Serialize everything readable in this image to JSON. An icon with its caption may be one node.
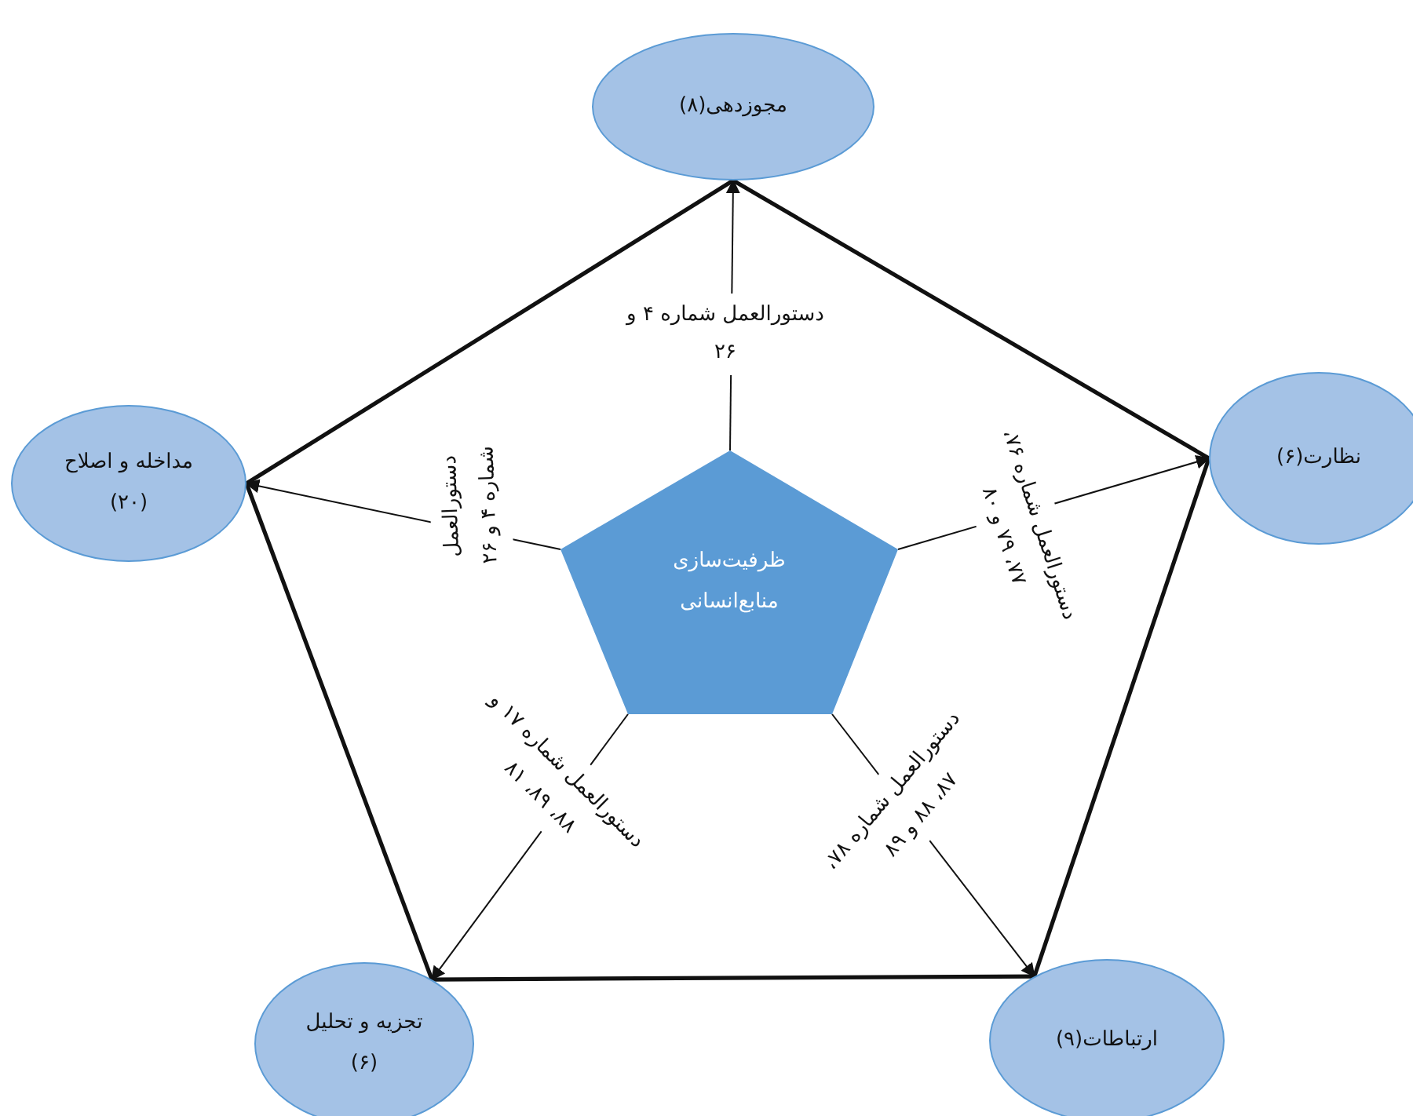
{
  "diagram": {
    "nodes": [
      {
        "text": [
          "مجوزدهی(۸)"
        ]
      },
      {
        "text": [
          "مداخله و اصلاح (۲۰)"
        ]
      },
      {
        "text": [
          "ظرفیت‌سازی منابع‌انسانی"
        ]
      },
      {
        "text": [
          "نظارت(۶)"
        ]
      },
      {
        "text": [
          "تجزیه و تحلیل (۶)"
        ]
      },
      {
        "text": [
          "ارتباطات(۹)"
        ]
      }
    ],
    "edges": [
      {
        "from": 2,
        "to": 0,
        "arrow": "to",
        "label": "دستورالعمل شماره ۴ و ۲۶"
      },
      {
        "from": 2,
        "to": 1,
        "arrow": "to",
        "label": "دستورالعمل شماره ۴ و ۲۶"
      },
      {
        "from": 2,
        "to": 3,
        "arrow": "to",
        "label": "دستورالعمل شماره ۷۶، ۷۷، ۷۹ و ۸۰"
      },
      {
        "from": 2,
        "to": 4,
        "arrow": "to",
        "label": "دستورالعمل شماره ۱۷ و ۸۸، ۸۹، ۸۱"
      },
      {
        "from": 2,
        "to": 5,
        "arrow": "to",
        "label": "دستورالعمل شماره ۷۸، ۸۷، ۸۸ و ۸۹"
      },
      {
        "from": 0,
        "to": 1,
        "arrow": "none",
        "style": "thick"
      },
      {
        "from": 0,
        "to": 3,
        "arrow": "none",
        "style": "thick"
      },
      {
        "from": 1,
        "to": 4,
        "arrow": "none",
        "style": "thick"
      },
      {
        "from": 3,
        "to": 5,
        "arrow": "none",
        "style": "thick"
      },
      {
        "from": 4,
        "to": 5,
        "arrow": "none",
        "style": "thick"
      }
    ]
  }
}
